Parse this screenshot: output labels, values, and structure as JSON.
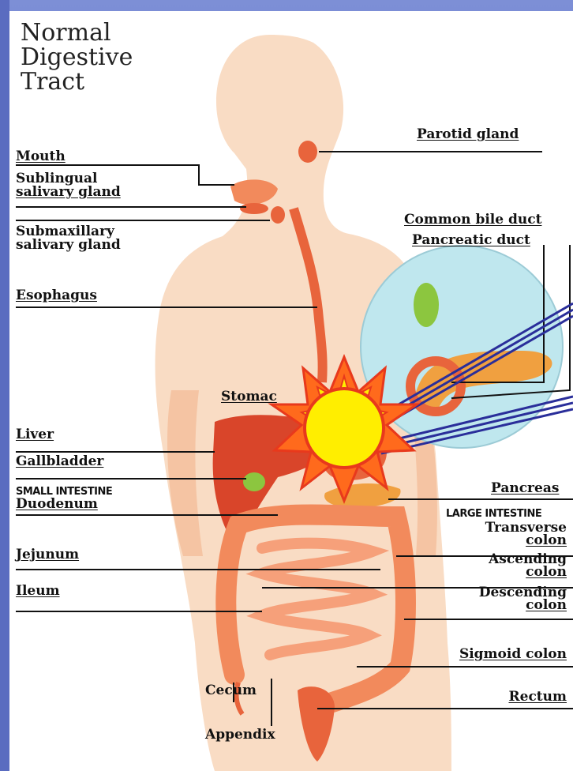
{
  "title": "Normal\nDigestive\nTract",
  "labels": {
    "parotid_gland": "Parotid gland",
    "mouth": "Mouth",
    "sublingual_line1": "Sublingual",
    "sublingual_line2": "salivary gland",
    "common_bile_duct": "Common bile duct",
    "pancreatic_duct": "Pancreatic duct",
    "submaxillary_line1": "Submaxillary",
    "submaxillary_line2": "salivary gland",
    "esophagus": "Esophagus",
    "stomach": "Stomac",
    "liver": "Liver",
    "gallbladder": "Gallbladder",
    "small_intestine": "SMALL INTESTINE",
    "duodenum": "Duodenum",
    "pancreas": "Pancreas",
    "large_intestine": "LARGE INTESTINE",
    "transverse_line1": "Transverse",
    "transverse_line2": "colon",
    "jejunum": "Jejunum",
    "ascending_line1": "Ascending",
    "ascending_line2": "colon",
    "ileum": "Ileum",
    "descending_line1": "Descending",
    "descending_line2": "colon",
    "sigmoid_colon": "Sigmoid colon",
    "cecum": "Cecum",
    "rectum": "Rectum",
    "appendix": "Appendix"
  },
  "colors": {
    "body_fill": "#f9dcc4",
    "organ_fill": "#e8643c",
    "intestine_fill": "#f28a5c",
    "inset_fill": "#bfe7ee",
    "sun_outer": "#e8391c",
    "sun_inner": "#ffee00",
    "pointer_lines": "#2a2e9a"
  }
}
